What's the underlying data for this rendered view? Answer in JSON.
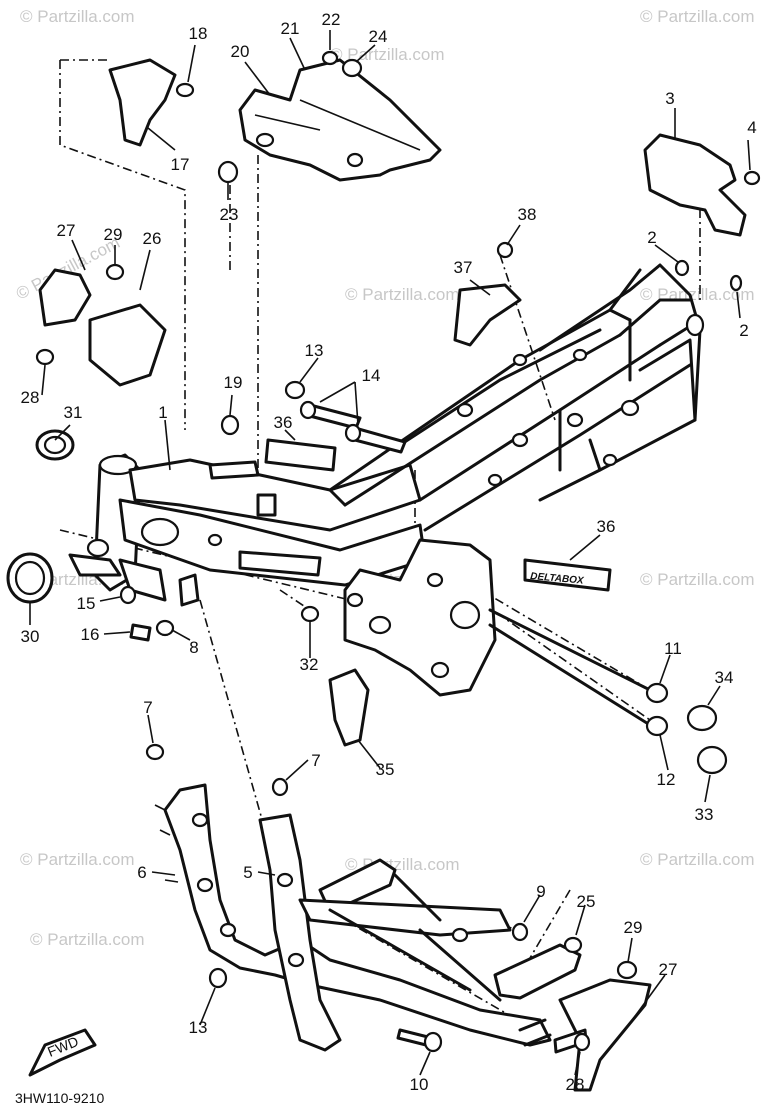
{
  "diagram": {
    "code": "3HW110-9210",
    "watermark": "© Partzilla.com",
    "decal_text": "DELTABOX",
    "fwd_label": "FWD",
    "callouts": {
      "c1": "1",
      "c2a": "2",
      "c2b": "2",
      "c3": "3",
      "c4": "4",
      "c5": "5",
      "c6": "6",
      "c7a": "7",
      "c7b": "7",
      "c8": "8",
      "c9": "9",
      "c10": "10",
      "c11": "11",
      "c12": "12",
      "c13a": "13",
      "c13b": "13",
      "c14": "14",
      "c15": "15",
      "c16": "16",
      "c17": "17",
      "c18": "18",
      "c19": "19",
      "c20": "20",
      "c21": "21",
      "c22": "22",
      "c23": "23",
      "c24": "24",
      "c25": "25",
      "c26": "26",
      "c27a": "27",
      "c27b": "27",
      "c28a": "28",
      "c28b": "28",
      "c29a": "29",
      "c29b": "29",
      "c30": "30",
      "c31": "31",
      "c32": "32",
      "c33": "33",
      "c34": "34",
      "c35": "35",
      "c36a": "36",
      "c36b": "36",
      "c37": "37",
      "c38": "38"
    }
  }
}
